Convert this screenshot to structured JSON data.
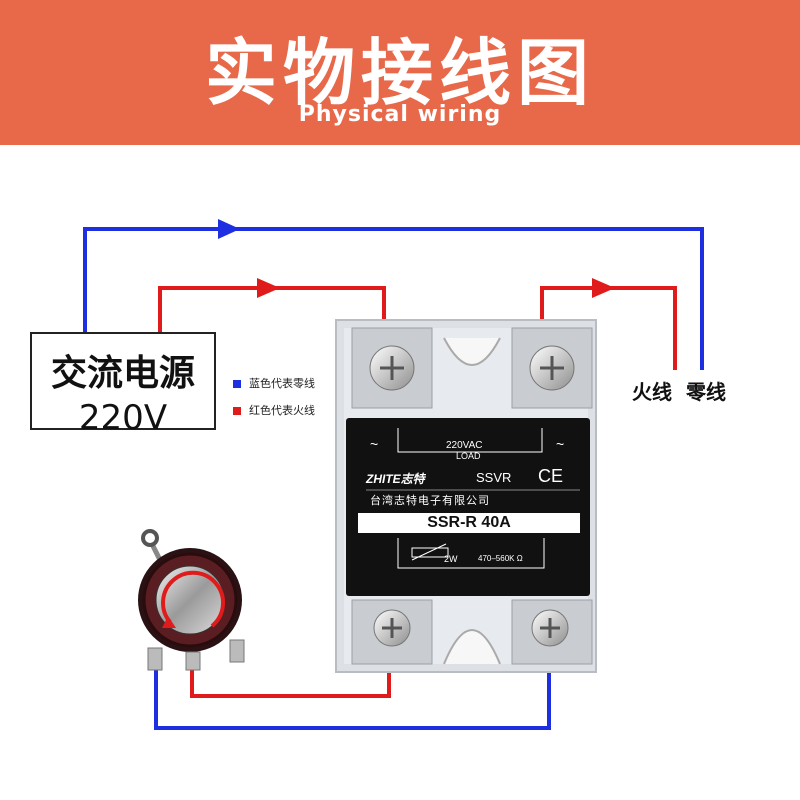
{
  "header": {
    "title_cn": "实物接线图",
    "title_en": "Physical wiring",
    "bg_color": "#e8684a"
  },
  "power_source": {
    "line1": "交流电源",
    "line2": "220V"
  },
  "legend": {
    "blue_text": "蓝色代表零线",
    "red_text": "红色代表火线",
    "blue_color": "#1d2fe0",
    "red_color": "#e01b1b"
  },
  "wire_labels": {
    "live": "火线",
    "neutral": "零线"
  },
  "ssr": {
    "tilde_left": "~",
    "tilde_right": "~",
    "load_voltage": "220VAC",
    "load_label": "LOAD",
    "brand": "ZHITE志特",
    "type": "SSVR",
    "ce_mark": "CE",
    "company": "台湾志特电子有限公司",
    "model": "SSR-R  40A",
    "pot_power": "2W",
    "pot_range": "470–560K Ω"
  }
}
